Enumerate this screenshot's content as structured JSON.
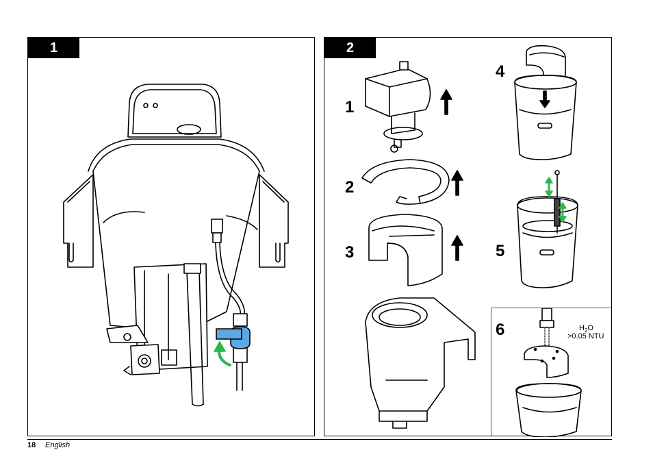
{
  "panels": [
    {
      "label": "1"
    },
    {
      "label": "2"
    }
  ],
  "steps": [
    "1",
    "2",
    "3",
    "4",
    "5",
    "6"
  ],
  "rinse_note": {
    "formula_main": "H",
    "formula_sub": "2",
    "formula_end": "O",
    "threshold": ">0.05 NTU"
  },
  "footer": {
    "page_number": "18",
    "language": "English"
  },
  "colors": {
    "arrow_green": "#2db84d",
    "valve_blue": "#5aa9e6",
    "ink": "#000000"
  },
  "icons": [
    "up-arrow-icon",
    "down-arrow-icon",
    "double-arrow-icon",
    "curved-arrow-icon"
  ]
}
